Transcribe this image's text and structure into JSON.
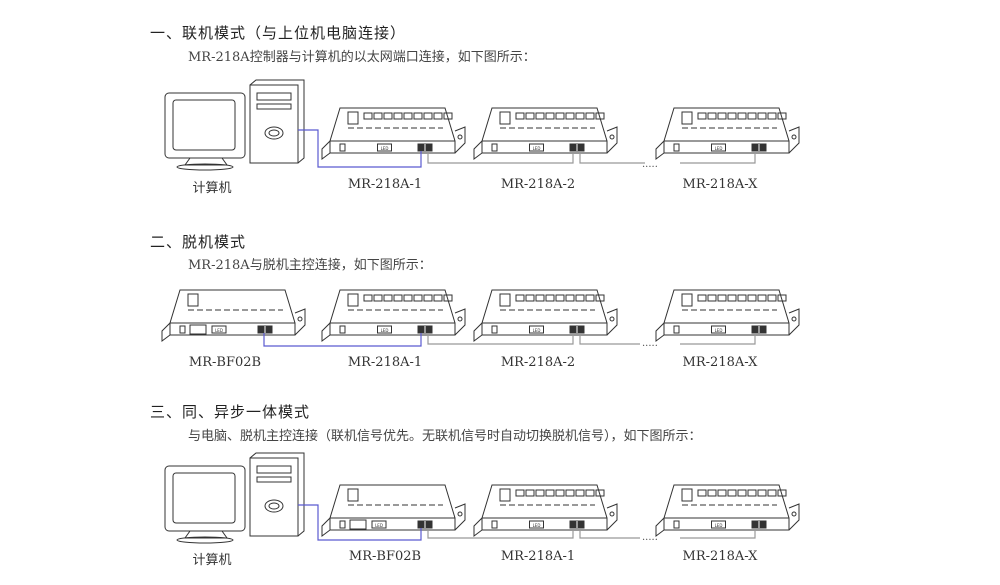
{
  "sections": [
    {
      "heading": "一、联机模式（与上位机电脑连接）",
      "description": "MR-218A控制器与计算机的以太网端口连接，如下图所示：",
      "labels": [
        "计算机",
        "MR-218A-1",
        "MR-218A-2",
        "MR-218A-X"
      ]
    },
    {
      "heading": "二、脱机模式",
      "description": "MR-218A与脱机主控连接，如下图所示：",
      "labels": [
        "MR-BF02B",
        "MR-218A-1",
        "MR-218A-2",
        "MR-218A-X"
      ]
    },
    {
      "heading": "三、同、异步一体模式",
      "description": "与电脑、脱机主控连接（联机信号优先。无联机信号时自动切换脱机信号），如下图所示：",
      "labels": [
        "计算机",
        "MR-BF02B",
        "MR-218A-1",
        "MR-218A-X"
      ]
    }
  ],
  "device_panel_text": "LED",
  "ellipsis": "·····",
  "colors": {
    "cable": "#5a5ad0",
    "chain": "#999999",
    "line": "#333333"
  }
}
